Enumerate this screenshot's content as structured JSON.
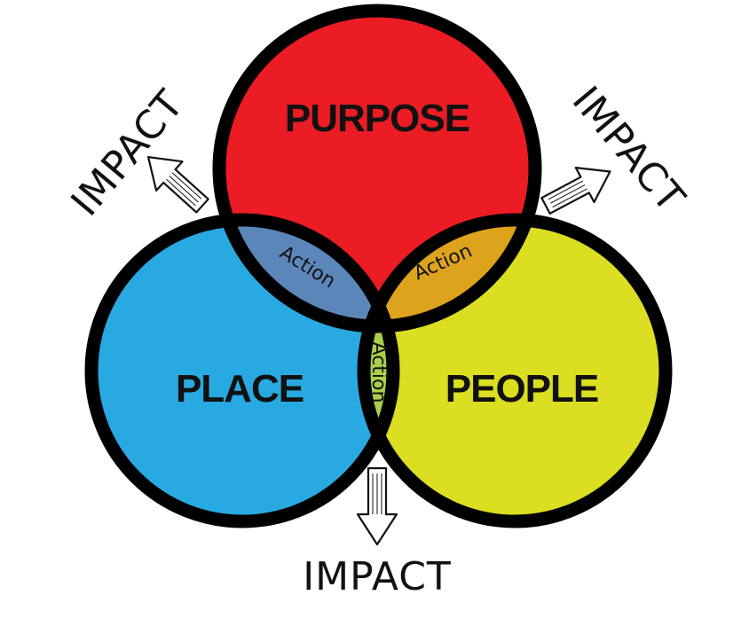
{
  "circles": {
    "purpose": {
      "label": "PURPOSE",
      "color": "#ec1c24"
    },
    "place": {
      "label": "PLACE",
      "color": "#29a9e1"
    },
    "people": {
      "label": "PEOPLE",
      "color": "#dbde21"
    }
  },
  "overlaps": {
    "purpose_place": {
      "label": "Action",
      "color": "#5b86ba"
    },
    "purpose_people": {
      "label": "Action",
      "color": "#dea31c"
    },
    "place_people": {
      "label": "Action",
      "color": "#a9cf4c"
    },
    "center_color": "#b7b23a"
  },
  "impacts": {
    "top_left": "IMPACT",
    "top_right": "IMPACT",
    "bottom": "IMPACT"
  },
  "outline_color": "#000000"
}
